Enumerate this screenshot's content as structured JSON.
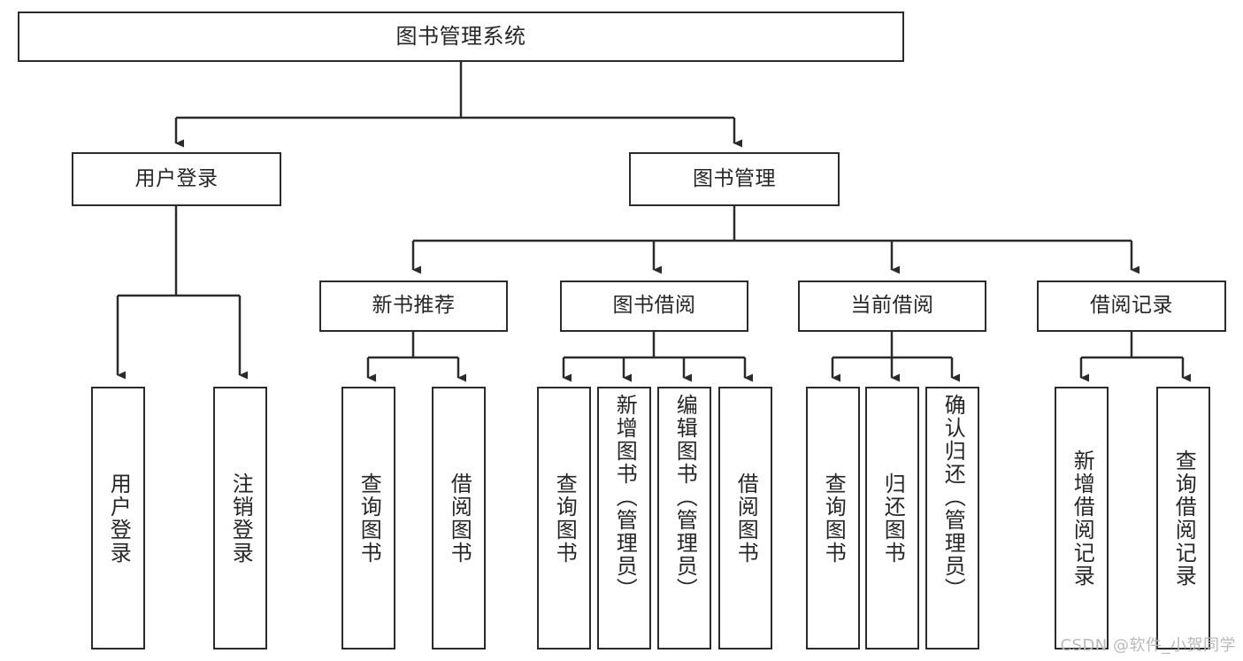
{
  "diagram": {
    "type": "tree-hierarchy",
    "title": "图书管理系统",
    "orientation": "top-down",
    "line_color": "#2b2b2b",
    "box_fill": "#ffffff",
    "text_color": "#262626",
    "nodes": {
      "root": {
        "label": "图书管理系统"
      },
      "level2": [
        {
          "id": "user-login",
          "label": "用户登录"
        },
        {
          "id": "book-manage",
          "label": "图书管理"
        }
      ],
      "level3": [
        {
          "id": "new-book-rec",
          "label": "新书推荐",
          "parent": "book-manage"
        },
        {
          "id": "book-borrow",
          "label": "图书借阅",
          "parent": "book-manage"
        },
        {
          "id": "current-borrow",
          "label": "当前借阅",
          "parent": "book-manage"
        },
        {
          "id": "borrow-record",
          "label": "借阅记录",
          "parent": "book-manage"
        }
      ],
      "leaves": [
        {
          "id": "leaf-user-login",
          "label": "用户登录",
          "parent": "user-login"
        },
        {
          "id": "leaf-logout",
          "label": "注销登录",
          "parent": "user-login"
        },
        {
          "id": "leaf-query-book-1",
          "label": "查询图书",
          "parent": "new-book-rec"
        },
        {
          "id": "leaf-borrow-book-1",
          "label": "借阅图书",
          "parent": "new-book-rec"
        },
        {
          "id": "leaf-query-book-2",
          "label": "查询图书",
          "parent": "book-borrow"
        },
        {
          "id": "leaf-add-book",
          "label": "新增图书（管理员）",
          "parent": "book-borrow"
        },
        {
          "id": "leaf-edit-book",
          "label": "编辑图书（管理员）",
          "parent": "book-borrow"
        },
        {
          "id": "leaf-borrow-book-2",
          "label": "借阅图书",
          "parent": "book-borrow"
        },
        {
          "id": "leaf-query-book-3",
          "label": "查询图书",
          "parent": "current-borrow"
        },
        {
          "id": "leaf-return-book",
          "label": "归还图书",
          "parent": "current-borrow"
        },
        {
          "id": "leaf-confirm-return",
          "label": "确认归还（管理员）",
          "parent": "current-borrow"
        },
        {
          "id": "leaf-add-record",
          "label": "新增借阅记录",
          "parent": "borrow-record"
        },
        {
          "id": "leaf-query-record",
          "label": "查询借阅记录",
          "parent": "borrow-record"
        }
      ]
    }
  },
  "watermark": {
    "text": "CSDN @软件_小贺同学"
  }
}
